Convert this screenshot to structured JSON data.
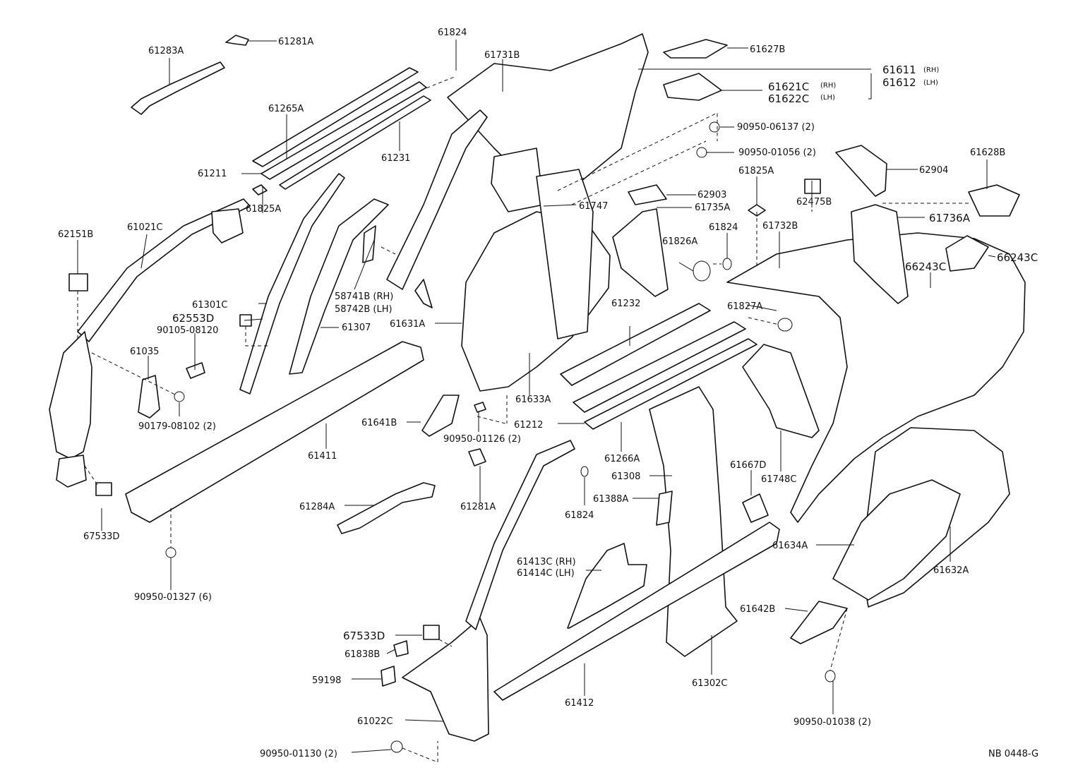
{
  "diagram": {
    "code": "NB 0448-G",
    "parts": [
      {
        "id": "61283A",
        "text": "61283A"
      },
      {
        "id": "61281A-top",
        "text": "61281A"
      },
      {
        "id": "61824-top",
        "text": "61824"
      },
      {
        "id": "61731B",
        "text": "61731B"
      },
      {
        "id": "61627B",
        "text": "61627B"
      },
      {
        "id": "61611",
        "text": "61611",
        "note": "(RH)"
      },
      {
        "id": "61612",
        "text": "61612",
        "note": "(LH)"
      },
      {
        "id": "61621C",
        "text": "61621C",
        "note": "(RH)"
      },
      {
        "id": "61622C",
        "text": "61622C",
        "note": "(LH)"
      },
      {
        "id": "61265A",
        "text": "61265A"
      },
      {
        "id": "61231",
        "text": "61231"
      },
      {
        "id": "61211",
        "text": "61211"
      },
      {
        "id": "90950-06137",
        "text": "90950-06137 (2)"
      },
      {
        "id": "90950-01056",
        "text": "90950-01056 (2)"
      },
      {
        "id": "62904",
        "text": "62904"
      },
      {
        "id": "61628B",
        "text": "61628B"
      },
      {
        "id": "62151B",
        "text": "62151B"
      },
      {
        "id": "61021C",
        "text": "61021C"
      },
      {
        "id": "61825A-left",
        "text": "61825A"
      },
      {
        "id": "61825A-right",
        "text": "61825A"
      },
      {
        "id": "62903",
        "text": "62903"
      },
      {
        "id": "61747",
        "text": "61747"
      },
      {
        "id": "61735A",
        "text": "61735A"
      },
      {
        "id": "62475B",
        "text": "62475B"
      },
      {
        "id": "61736A",
        "text": "61736A"
      },
      {
        "id": "61826A",
        "text": "61826A"
      },
      {
        "id": "61824-mid",
        "text": "61824"
      },
      {
        "id": "61732B",
        "text": "61732B"
      },
      {
        "id": "66243C-a",
        "text": "66243C"
      },
      {
        "id": "66243C-b",
        "text": "66243C"
      },
      {
        "id": "58741B",
        "text": "58741B (RH)"
      },
      {
        "id": "58742B",
        "text": "58742B (LH)"
      },
      {
        "id": "61301C",
        "text": "61301C"
      },
      {
        "id": "62553D",
        "text": "62553D"
      },
      {
        "id": "90105-08120",
        "text": "90105-08120"
      },
      {
        "id": "61307",
        "text": "61307"
      },
      {
        "id": "61631A",
        "text": "61631A"
      },
      {
        "id": "61232",
        "text": "61232"
      },
      {
        "id": "61827A",
        "text": "61827A"
      },
      {
        "id": "61035",
        "text": "61035"
      },
      {
        "id": "90179-08102",
        "text": "90179-08102 (2)"
      },
      {
        "id": "61633A",
        "text": "61633A"
      },
      {
        "id": "61641B",
        "text": "61641B"
      },
      {
        "id": "61212",
        "text": "61212"
      },
      {
        "id": "90950-01126",
        "text": "90950-01126 (2)"
      },
      {
        "id": "61411",
        "text": "61411"
      },
      {
        "id": "61266A",
        "text": "61266A"
      },
      {
        "id": "61308",
        "text": "61308"
      },
      {
        "id": "61667D",
        "text": "61667D"
      },
      {
        "id": "61748C",
        "text": "61748C"
      },
      {
        "id": "67533D-top",
        "text": "67533D"
      },
      {
        "id": "61284A",
        "text": "61284A"
      },
      {
        "id": "61281A-mid",
        "text": "61281A"
      },
      {
        "id": "61824-low",
        "text": "61824"
      },
      {
        "id": "61388A",
        "text": "61388A"
      },
      {
        "id": "61634A",
        "text": "61634A"
      },
      {
        "id": "61632A",
        "text": "61632A"
      },
      {
        "id": "61413C",
        "text": "61413C (RH)"
      },
      {
        "id": "61414C",
        "text": "61414C (LH)"
      },
      {
        "id": "90950-01327",
        "text": "90950-01327 (6)"
      },
      {
        "id": "67533D-low",
        "text": "67533D"
      },
      {
        "id": "61838B",
        "text": "61838B"
      },
      {
        "id": "59198",
        "text": "59198"
      },
      {
        "id": "61642B",
        "text": "61642B"
      },
      {
        "id": "61412",
        "text": "61412"
      },
      {
        "id": "61302C",
        "text": "61302C"
      },
      {
        "id": "61022C",
        "text": "61022C"
      },
      {
        "id": "90950-01038",
        "text": "90950-01038 (2)"
      },
      {
        "id": "90950-01130",
        "text": "90950-01130 (2)"
      }
    ]
  }
}
